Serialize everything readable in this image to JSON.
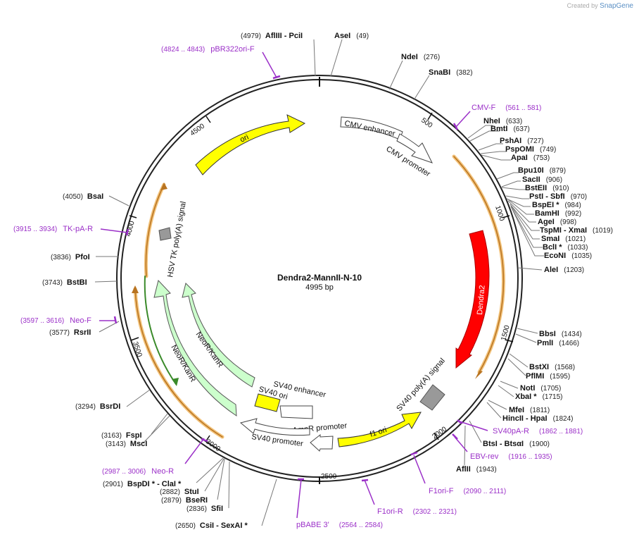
{
  "watermark": {
    "created_by": "Created by",
    "brand": "SnapGene"
  },
  "plasmid": {
    "name": "Dendra2-MannII-N-10",
    "size": "4995 bp"
  },
  "ticks": [
    "500",
    "1000",
    "1500",
    "2000",
    "2500",
    "3000",
    "3500",
    "4000",
    "4500"
  ],
  "sites": [
    {
      "name": "AflIII",
      "pos": "(4979)",
      "extra": "- PciI"
    },
    {
      "name": "AseI",
      "pos": "(49)",
      "extra": ""
    },
    {
      "name": "NdeI",
      "pos": "(276)",
      "extra": ""
    },
    {
      "name": "SnaBI",
      "pos": "(382)",
      "extra": ""
    },
    {
      "name": "NheI",
      "pos": "(633)",
      "extra": ""
    },
    {
      "name": "BmtI",
      "pos": "(637)",
      "extra": ""
    },
    {
      "name": "PshAI",
      "pos": "(727)",
      "extra": ""
    },
    {
      "name": "PspOMI",
      "pos": "(749)",
      "extra": ""
    },
    {
      "name": "ApaI",
      "pos": "(753)",
      "extra": ""
    },
    {
      "name": "Bpu10I",
      "pos": "(879)",
      "extra": ""
    },
    {
      "name": "SacII",
      "pos": "(906)",
      "extra": ""
    },
    {
      "name": "BstEII",
      "pos": "(910)",
      "extra": ""
    },
    {
      "name": "PstI",
      "pos": "(970)",
      "extra": "- SbfI"
    },
    {
      "name": "BspEI *",
      "pos": "(984)",
      "extra": ""
    },
    {
      "name": "BamHI",
      "pos": "(992)",
      "extra": ""
    },
    {
      "name": "AgeI",
      "pos": "(998)",
      "extra": ""
    },
    {
      "name": "TspMI",
      "pos": "(1019)",
      "extra": "- XmaI"
    },
    {
      "name": "SmaI",
      "pos": "(1021)",
      "extra": ""
    },
    {
      "name": "BclI *",
      "pos": "(1033)",
      "extra": ""
    },
    {
      "name": "EcoNI",
      "pos": "(1035)",
      "extra": ""
    },
    {
      "name": "AleI",
      "pos": "(1203)",
      "extra": ""
    },
    {
      "name": "BbsI",
      "pos": "(1434)",
      "extra": ""
    },
    {
      "name": "PmlI",
      "pos": "(1466)",
      "extra": ""
    },
    {
      "name": "BstXI",
      "pos": "(1568)",
      "extra": ""
    },
    {
      "name": "PflMI",
      "pos": "(1595)",
      "extra": ""
    },
    {
      "name": "NotI",
      "pos": "(1705)",
      "extra": ""
    },
    {
      "name": "XbaI *",
      "pos": "(1715)",
      "extra": ""
    },
    {
      "name": "MfeI",
      "pos": "(1811)",
      "extra": ""
    },
    {
      "name": "HincII",
      "pos": "(1824)",
      "extra": "- HpaI"
    },
    {
      "name": "BtsI",
      "pos": "(1900)",
      "extra": "- BtsαI"
    },
    {
      "name": "AflII",
      "pos": "(1943)",
      "extra": ""
    },
    {
      "name": "CsiI",
      "pos": "(2650)",
      "extra": "- SexAI *"
    },
    {
      "name": "SfiI",
      "pos": "(2836)",
      "extra": ""
    },
    {
      "name": "BseRI",
      "pos": "(2879)",
      "extra": ""
    },
    {
      "name": "StuI",
      "pos": "(2882)",
      "extra": ""
    },
    {
      "name": "BspDI *",
      "pos": "(2901)",
      "extra": "- ClaI *"
    },
    {
      "name": "MscI",
      "pos": "(3143)",
      "extra": ""
    },
    {
      "name": "FspI",
      "pos": "(3163)",
      "extra": ""
    },
    {
      "name": "BsrDI",
      "pos": "(3294)",
      "extra": ""
    },
    {
      "name": "RsrII",
      "pos": "(3577)",
      "extra": ""
    },
    {
      "name": "BstBI",
      "pos": "(3743)",
      "extra": ""
    },
    {
      "name": "PfoI",
      "pos": "(3836)",
      "extra": ""
    },
    {
      "name": "BsaI",
      "pos": "(4050)",
      "extra": ""
    }
  ],
  "primers": [
    {
      "name": "pBR322ori-F",
      "range": "(4824 .. 4843)"
    },
    {
      "name": "CMV-F",
      "range": "(561 .. 581)"
    },
    {
      "name": "SV40pA-R",
      "range": "(1862 .. 1881)"
    },
    {
      "name": "EBV-rev",
      "range": "(1916 .. 1935)"
    },
    {
      "name": "F1ori-F",
      "range": "(2090 .. 2111)"
    },
    {
      "name": "F1ori-R",
      "range": "(2302 .. 2321)"
    },
    {
      "name": "pBABE 3'",
      "range": "(2564 .. 2584)"
    },
    {
      "name": "Neo-R",
      "range": "(2987 .. 3006)"
    },
    {
      "name": "Neo-F",
      "range": "(3597 .. 3616)"
    },
    {
      "name": "TK-pA-R",
      "range": "(3915 .. 3934)"
    }
  ],
  "features": {
    "ori": "ori",
    "cmv_enhancer": "CMV enhancer",
    "cmv_promoter": "CMV promoter",
    "dendra2": "Dendra2",
    "sv40_polya": "SV40 poly(A) signal",
    "f1_ori": "f1 ori",
    "ampr_promoter": "AmpR promoter",
    "sv40_promoter": "SV40 promoter",
    "sv40_ori": "SV40 ori",
    "sv40_enhancer": "SV40 enhancer",
    "neo_inner": "NeoR/KanR",
    "neo_outer": "NeoR/KanR",
    "hsv_tk": "HSV TK poly(A) signal"
  },
  "colors": {
    "backbone": "#222222",
    "ori": "#ffff00",
    "dendra2": "#ff0000",
    "neo": "#ccffcc",
    "primer": "#9b30c8",
    "orf_orange": "#e8a040",
    "terminator": "#999999"
  }
}
